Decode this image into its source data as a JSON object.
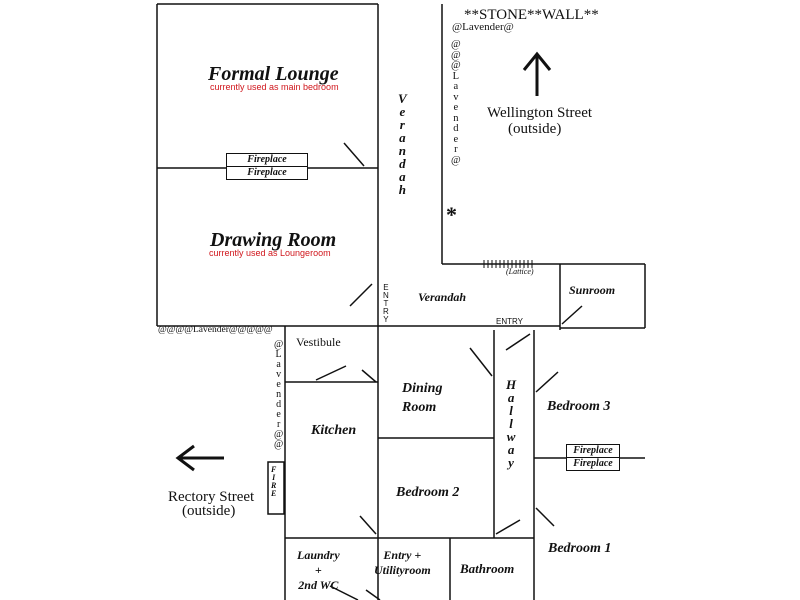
{
  "rooms": {
    "formal_lounge": "Formal Lounge",
    "formal_lounge_note": "currently used as main bedroom",
    "drawing_room": "Drawing Room",
    "drawing_room_note": "currently used as Loungeroom",
    "verandah_upper": "Verandah",
    "verandah_lower": "Verandah",
    "sunroom": "Sunroom",
    "vestibule": "Vestibule",
    "dining_room": "Dining\nRoom",
    "kitchen": "Kitchen",
    "hallway": "Hallway",
    "bedroom3": "Bedroom 3",
    "bedroom2": "Bedroom 2",
    "bedroom1": "Bedroom 1",
    "laundry": "Laundry\n+\n2nd WC",
    "entry_utility": "Entry +\nUtilityroom",
    "bathroom": "Bathroom"
  },
  "labels": {
    "entry_vertical": "ENTRY",
    "entry_hall": "ENTRY",
    "lattice": "(Lattice)",
    "fire": "FIRE",
    "fireplace_top": "Fireplace",
    "fireplace_bottom": "Fireplace",
    "fireplace_bed3_top": "Fireplace",
    "fireplace_bed3_bottom": "Fireplace"
  },
  "exterior": {
    "stone_wall": "**STONE**WALL**",
    "lavender_top": "@Lavender@",
    "lavender_column": "@@@Lavender@",
    "lavender_row": "@@@@Lavender@@@@@",
    "lavender_left": "@Lavender@@",
    "asterisk": "*",
    "wellington_street": "Wellington Street",
    "wellington_outside": "(outside)",
    "rectory_street": "Rectory Street",
    "rectory_outside": "(outside)"
  },
  "icons": {
    "north_arrow": "arrow-up-icon",
    "west_arrow": "arrow-left-icon"
  }
}
